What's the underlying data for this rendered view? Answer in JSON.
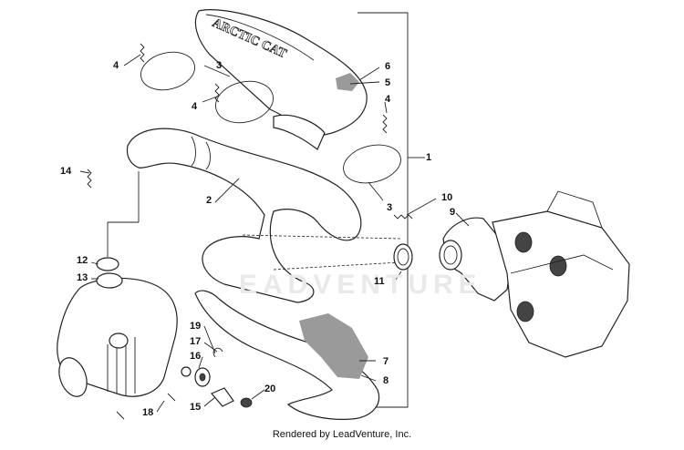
{
  "diagram": {
    "callouts": [
      {
        "id": "c1",
        "label": "1"
      },
      {
        "id": "c2",
        "label": "2"
      },
      {
        "id": "c3a",
        "label": "3"
      },
      {
        "id": "c3b",
        "label": "3"
      },
      {
        "id": "c4a",
        "label": "4"
      },
      {
        "id": "c4b",
        "label": "4"
      },
      {
        "id": "c4c",
        "label": "4"
      },
      {
        "id": "c5",
        "label": "5"
      },
      {
        "id": "c6",
        "label": "6"
      },
      {
        "id": "c7",
        "label": "7"
      },
      {
        "id": "c8",
        "label": "8"
      },
      {
        "id": "c9",
        "label": "9"
      },
      {
        "id": "c10",
        "label": "10"
      },
      {
        "id": "c11",
        "label": "11"
      },
      {
        "id": "c12",
        "label": "12"
      },
      {
        "id": "c13",
        "label": "13"
      },
      {
        "id": "c14",
        "label": "14"
      },
      {
        "id": "c15",
        "label": "15"
      },
      {
        "id": "c16",
        "label": "16"
      },
      {
        "id": "c17",
        "label": "17"
      },
      {
        "id": "c18",
        "label": "18"
      },
      {
        "id": "c19",
        "label": "19"
      },
      {
        "id": "c20",
        "label": "20"
      }
    ],
    "watermark": "EADVENTURE",
    "shield_text": "ARCTIC CAT",
    "footer": "Rendered by LeadVenture, Inc."
  }
}
